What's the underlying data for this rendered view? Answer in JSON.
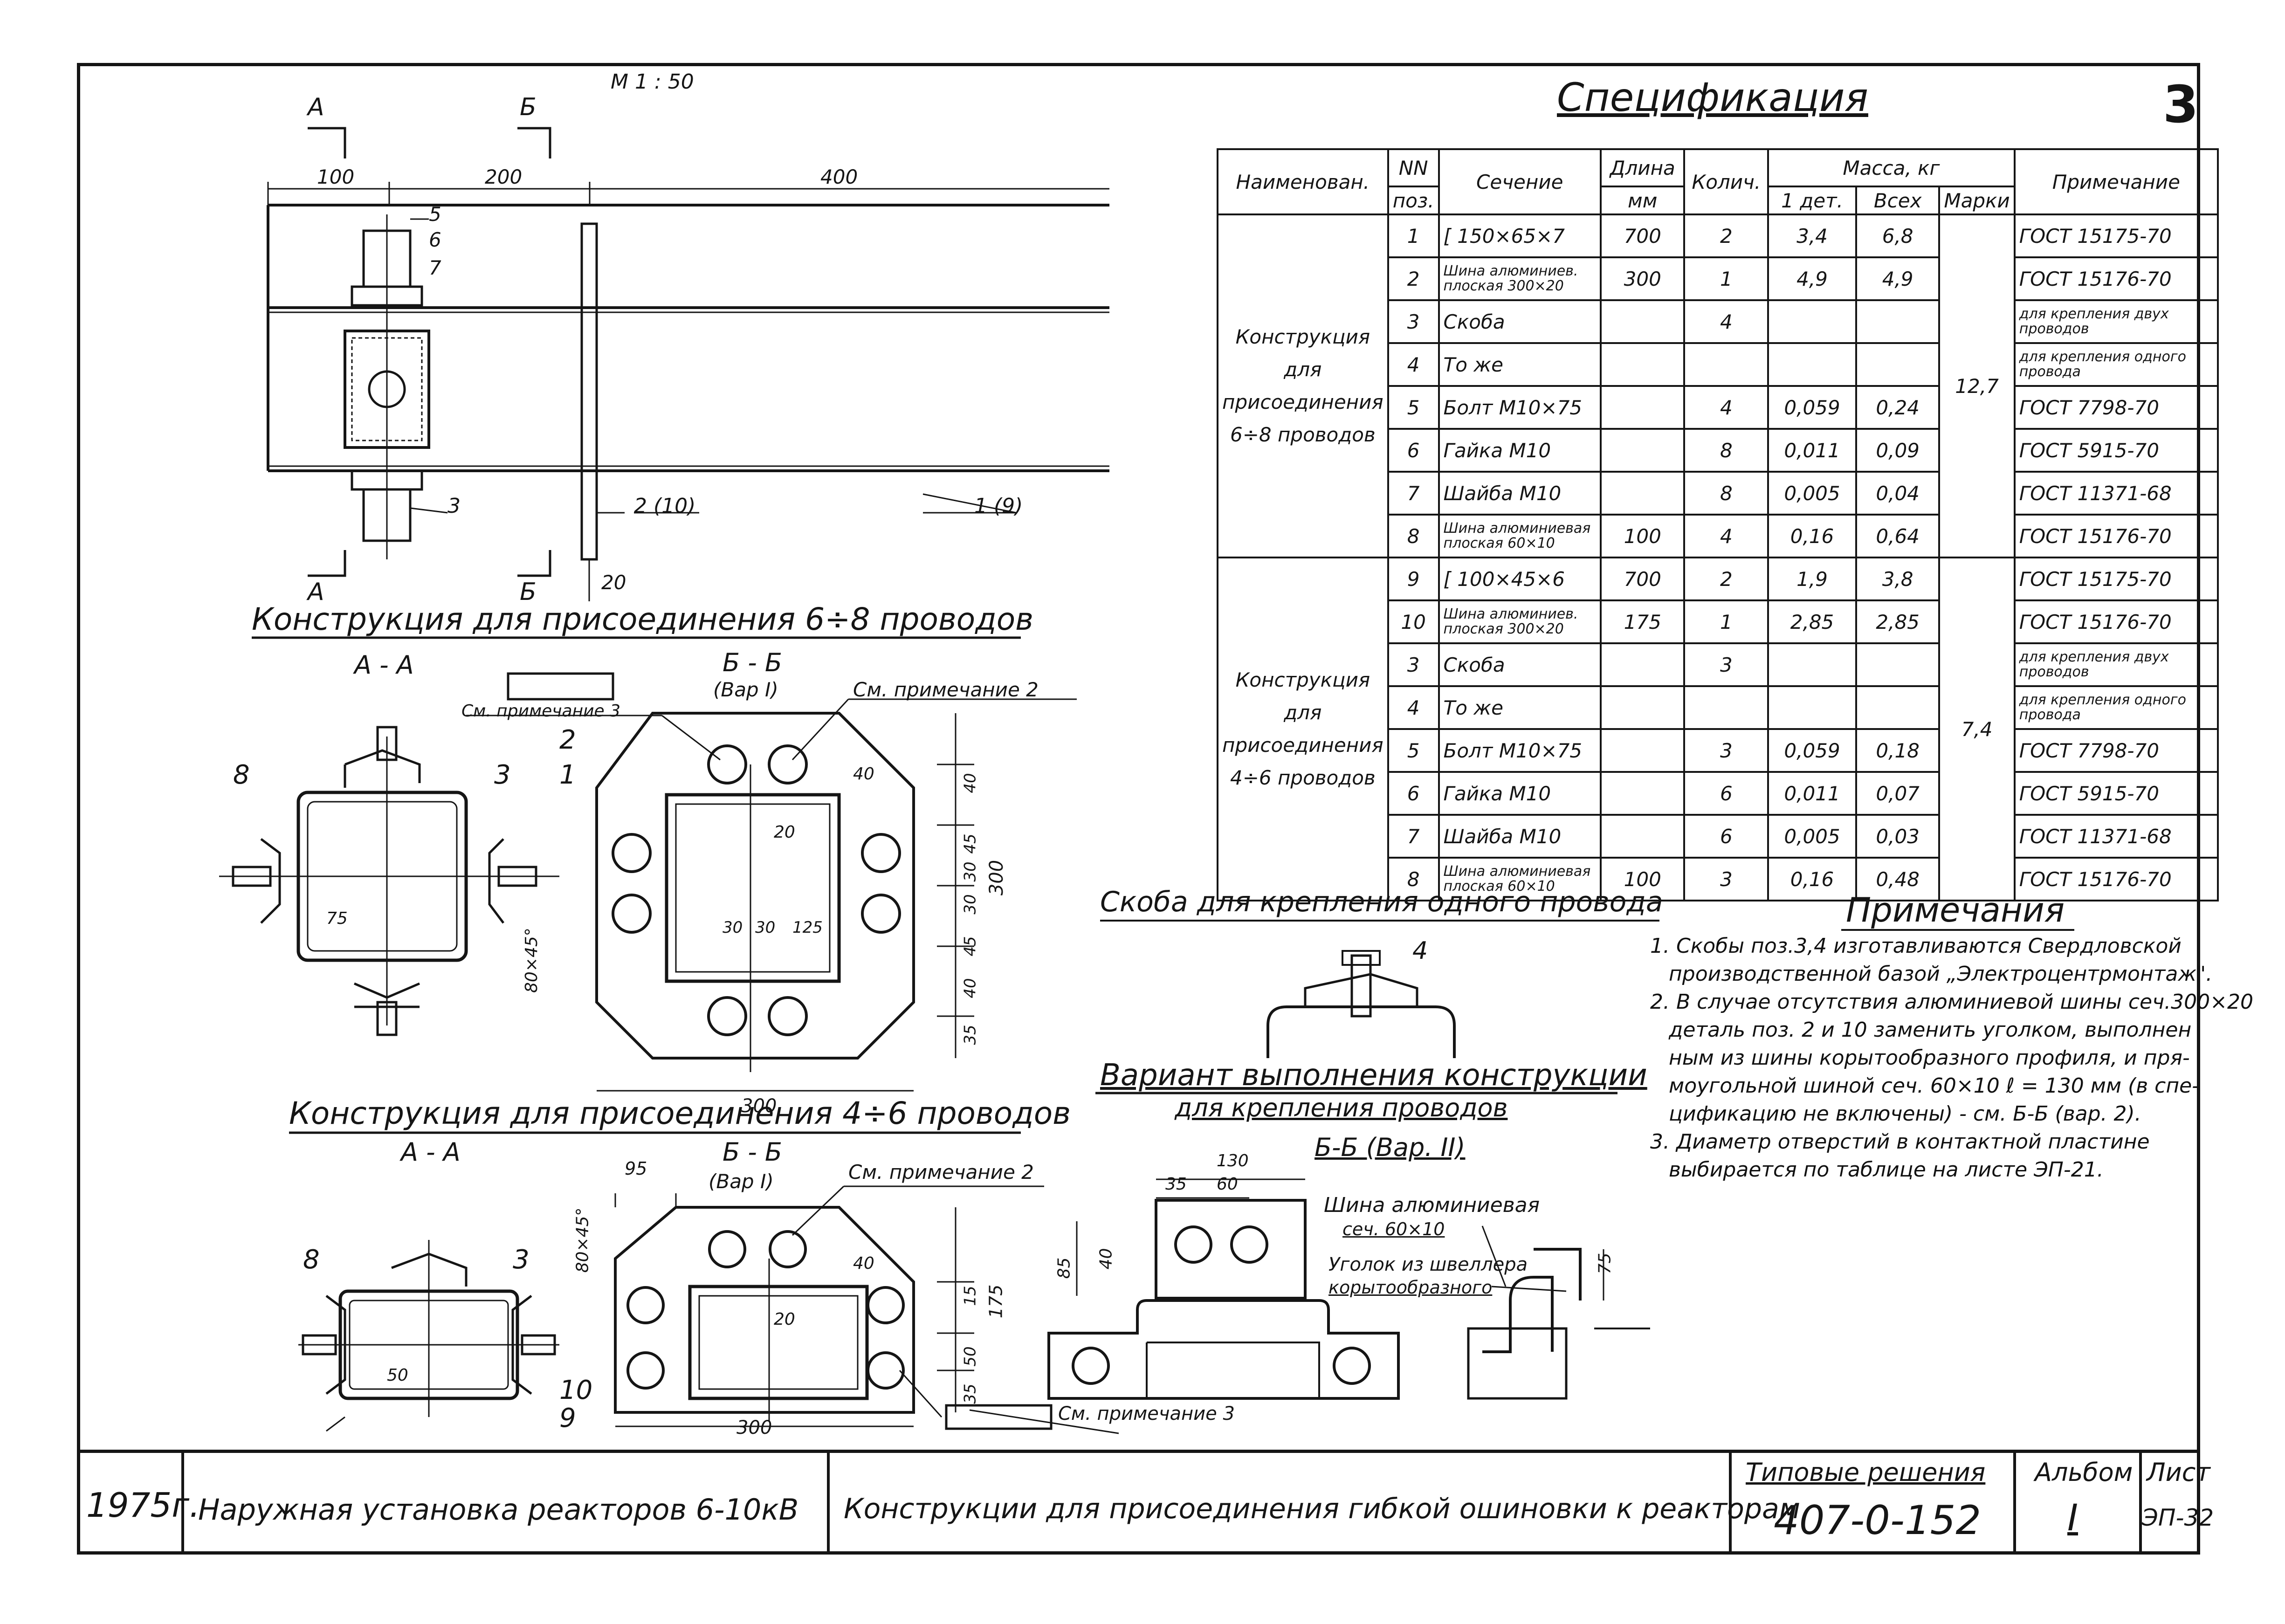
{
  "scale": "М 1 : 50",
  "sheet_corner": "3",
  "top_view": {
    "section_A": "А",
    "section_B": "Б",
    "dim_100": "100",
    "dim_200": "200",
    "dim_400": "400",
    "dim_20": "20",
    "callouts": [
      "5",
      "6",
      "7",
      "3",
      "2 (10)",
      "1 (9)"
    ]
  },
  "heading_6_8": "Конструкция для присоединения 6÷8 проводов",
  "heading_4_6": "Конструкция для присоединения 4÷6 проводов",
  "view_AA": "А - А",
  "view_BB": "Б - Б",
  "var_I": "(Вар I)",
  "note_ref_2": "См. примечание 2",
  "note_ref_3": "См. примечание 3",
  "upper_section": {
    "labels": [
      "8",
      "3",
      "2",
      "1",
      "75",
      "80×45°"
    ],
    "dims": [
      "40",
      "45",
      "30",
      "30",
      "45",
      "40",
      "35",
      "300",
      "300",
      "40",
      "20",
      "30",
      "30",
      "125"
    ]
  },
  "lower_section": {
    "labels": [
      "8",
      "3",
      "10",
      "9",
      "50",
      "80×45°"
    ],
    "dims": [
      "95",
      "40",
      "50",
      "15",
      "35",
      "175",
      "300",
      "20"
    ]
  },
  "specification": {
    "title": "Спецификация",
    "headers": {
      "name": "Наименован.",
      "pos_a": "NN",
      "pos_b": "поз.",
      "section": "Сечение",
      "length_a": "Длина",
      "length_b": "мм",
      "qty": "Колич.",
      "mass": "Масса, кг",
      "mass_1": "1 дет.",
      "mass_all": "Всех",
      "mass_mark": "Марки",
      "note": "Примечание"
    },
    "groups": [
      {
        "name": [
          "Конструкция",
          "для",
          "присоединения",
          "6÷8 проводов"
        ],
        "mark_mass": "12,7",
        "rows": [
          {
            "pos": "1",
            "section": "[ 150×65×7",
            "length": "700",
            "qty": "2",
            "m1": "3,4",
            "mall": "6,8",
            "note": "ГОСТ 15175-70",
            "small": false,
            "nsmall": false
          },
          {
            "pos": "2",
            "section": "Шина алюминиев. плоская 300×20",
            "length": "300",
            "qty": "1",
            "m1": "4,9",
            "mall": "4,9",
            "note": "ГОСТ 15176-70",
            "small": true,
            "nsmall": false
          },
          {
            "pos": "3",
            "section": "Скоба",
            "length": "",
            "qty": "4",
            "m1": "",
            "mall": "",
            "note": "для крепления двух проводов",
            "small": false,
            "nsmall": true
          },
          {
            "pos": "4",
            "section": "То же",
            "length": "",
            "qty": "",
            "m1": "",
            "mall": "",
            "note": "для крепления одного провода",
            "small": false,
            "nsmall": true
          },
          {
            "pos": "5",
            "section": "Болт М10×75",
            "length": "",
            "qty": "4",
            "m1": "0,059",
            "mall": "0,24",
            "note": "ГОСТ 7798-70",
            "small": false,
            "nsmall": false
          },
          {
            "pos": "6",
            "section": "Гайка М10",
            "length": "",
            "qty": "8",
            "m1": "0,011",
            "mall": "0,09",
            "note": "ГОСТ 5915-70",
            "small": false,
            "nsmall": false
          },
          {
            "pos": "7",
            "section": "Шайба М10",
            "length": "",
            "qty": "8",
            "m1": "0,005",
            "mall": "0,04",
            "note": "ГОСТ 11371-68",
            "small": false,
            "nsmall": false
          },
          {
            "pos": "8",
            "section": "Шина алюминиевая плоская 60×10",
            "length": "100",
            "qty": "4",
            "m1": "0,16",
            "mall": "0,64",
            "note": "ГОСТ 15176-70",
            "small": true,
            "nsmall": false
          }
        ]
      },
      {
        "name": [
          "Конструкция",
          "для",
          "присоединения",
          "4÷6 проводов"
        ],
        "mark_mass": "7,4",
        "rows": [
          {
            "pos": "9",
            "section": "[ 100×45×6",
            "length": "700",
            "qty": "2",
            "m1": "1,9",
            "mall": "3,8",
            "note": "ГОСТ 15175-70",
            "small": false,
            "nsmall": false
          },
          {
            "pos": "10",
            "section": "Шина алюминиев. плоская 300×20",
            "length": "175",
            "qty": "1",
            "m1": "2,85",
            "mall": "2,85",
            "note": "ГОСТ 15176-70",
            "small": true,
            "nsmall": false
          },
          {
            "pos": "3",
            "section": "Скоба",
            "length": "",
            "qty": "3",
            "m1": "",
            "mall": "",
            "note": "для крепления двух проводов",
            "small": false,
            "nsmall": true
          },
          {
            "pos": "4",
            "section": "То же",
            "length": "",
            "qty": "",
            "m1": "",
            "mall": "",
            "note": "для крепления одного провода",
            "small": false,
            "nsmall": true
          },
          {
            "pos": "5",
            "section": "Болт М10×75",
            "length": "",
            "qty": "3",
            "m1": "0,059",
            "mall": "0,18",
            "note": "ГОСТ 7798-70",
            "small": false,
            "nsmall": false
          },
          {
            "pos": "6",
            "section": "Гайка М10",
            "length": "",
            "qty": "6",
            "m1": "0,011",
            "mall": "0,07",
            "note": "ГОСТ 5915-70",
            "small": false,
            "nsmall": false
          },
          {
            "pos": "7",
            "section": "Шайба М10",
            "length": "",
            "qty": "6",
            "m1": "0,005",
            "mall": "0,03",
            "note": "ГОСТ 11371-68",
            "small": false,
            "nsmall": false
          },
          {
            "pos": "8",
            "section": "Шина алюминиевая плоская 60×10",
            "length": "100",
            "qty": "3",
            "m1": "0,16",
            "mall": "0,48",
            "note": "ГОСТ 15176-70",
            "small": true,
            "nsmall": false
          }
        ]
      }
    ]
  },
  "bracket_title": "Скоба для крепления одного провода",
  "bracket_label": "4",
  "notes": {
    "title": "Примечания",
    "items": [
      "1. Скобы поз.3,4 изготавливаются Свердловской",
      "производственной базой „Электроцентрмонтаж\".",
      "2. В случае отсутствия алюминиевой шины сеч.300×20",
      "деталь поз. 2 и 10 заменить уголком, выполнен",
      "ным из шины корытообразного профиля, и пря-",
      "моугольной шиной сеч. 60×10  ℓ = 130 мм (в спе-",
      "цификацию не включены) - см. Б-Б (вар. 2).",
      "3. Диаметр отверстий в контактной пластине",
      "выбирается по  таблице на  листе ЭП-21."
    ]
  },
  "variant": {
    "title_1": "Вариант  выполнения конструкции",
    "title_2": "для крепления проводов",
    "section": "Б-Б (Вар. II)",
    "label_bus": "Шина алюминиевая",
    "label_bus_size": "сеч. 60×10",
    "label_angle": "Уголок из швеллера",
    "label_angle_2": "корытообразного",
    "dims": [
      "130",
      "35",
      "60",
      "85",
      "40",
      "75"
    ]
  },
  "title_block": {
    "year": "1975г.",
    "project": "Наружная установка реакторов 6-10кВ",
    "drawing": "Конструкции для  присоединения гибкой ошиновки к реакторам",
    "typical_label": "Типовые решения",
    "typical_number": "407-0-152",
    "album_label": "Альбом",
    "album_value": "I",
    "sheet_label": "Лист",
    "sheet_value": "ЭП-32"
  }
}
